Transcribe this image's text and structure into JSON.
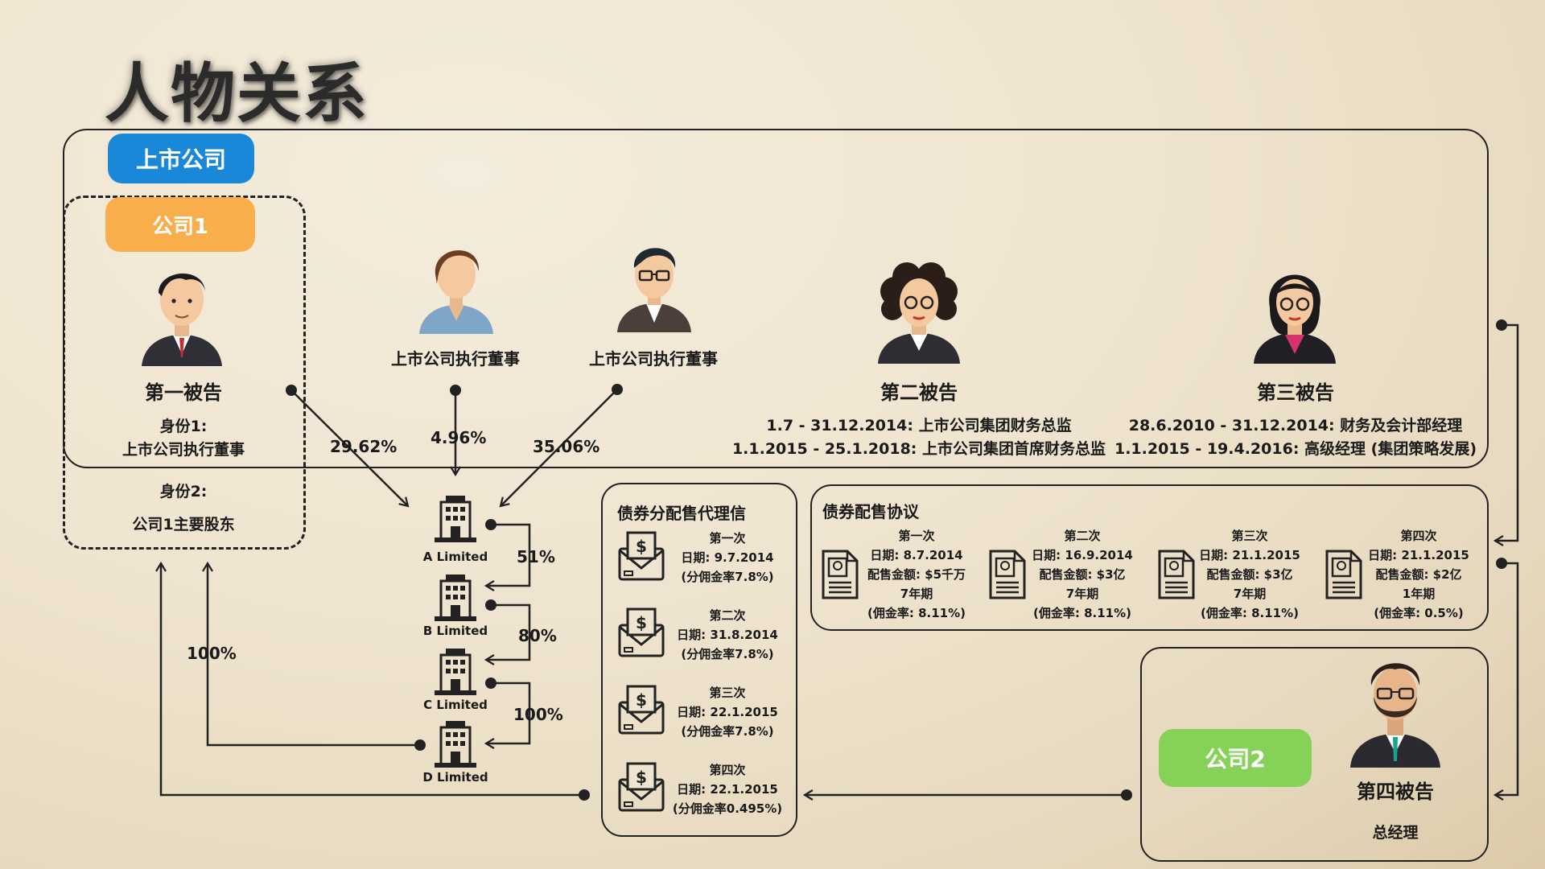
{
  "title": "人物关系",
  "listed_company": "上市公司",
  "company1": "公司1",
  "company2": "公司2",
  "defendant1": {
    "name": "第一被告",
    "identity1_label": "身份1:",
    "identity1": "上市公司执行董事",
    "identity2_label": "身份2:",
    "identity2": "公司1主要股东"
  },
  "director_a": "上市公司执行董事",
  "director_b": "上市公司执行董事",
  "defendant2": {
    "name": "第二被告",
    "line1": "1.7 - 31.12.2014: 上市公司集团财务总监",
    "line2": "1.1.2015 - 25.1.2018: 上市公司集团首席财务总监"
  },
  "defendant3": {
    "name": "第三被告",
    "line1": "28.6.2010 - 31.12.2014: 财务及会计部经理",
    "line2": "1.1.2015 - 19.4.2016: 高级经理 (集团策略发展)"
  },
  "defendant4": {
    "name": "第四被告",
    "role": "总经理"
  },
  "shareholding": {
    "d1": "29.62%",
    "mid": "4.96%",
    "right": "35.06%",
    "ab": "51%",
    "bc": "80%",
    "cd": "100%",
    "d_to_c1": "100%"
  },
  "companies": [
    "A Limited",
    "B Limited",
    "C Limited",
    "D Limited"
  ],
  "agency": {
    "title": "债券分配售代理信",
    "items": [
      {
        "round": "第一次",
        "date": "日期: 9.7.2014",
        "rate": "(分佣金率7.8%)"
      },
      {
        "round": "第二次",
        "date": "日期: 31.8.2014",
        "rate": "(分佣金率7.8%)"
      },
      {
        "round": "第三次",
        "date": "日期: 22.1.2015",
        "rate": "(分佣金率7.8%)"
      },
      {
        "round": "第四次",
        "date": "日期: 22.1.2015",
        "rate": "(分佣金率0.495%)"
      }
    ]
  },
  "placing": {
    "title": "债券配售协议",
    "items": [
      {
        "round": "第一次",
        "date": "日期: 8.7.2014",
        "amount": "配售金额: $5千万",
        "term": "7年期",
        "rate": "(佣金率: 8.11%)"
      },
      {
        "round": "第二次",
        "date": "日期: 16.9.2014",
        "amount": "配售金额: $3亿",
        "term": "7年期",
        "rate": "(佣金率: 8.11%)"
      },
      {
        "round": "第三次",
        "date": "日期: 21.1.2015",
        "amount": "配售金额: $3亿",
        "term": "7年期",
        "rate": "(佣金率: 8.11%)"
      },
      {
        "round": "第四次",
        "date": "日期: 21.1.2015",
        "amount": "配售金额: $2亿",
        "term": "1年期",
        "rate": "(佣金率: 0.5%)"
      }
    ]
  },
  "colors": {
    "listed": "#1a88d8",
    "company1": "#f9ae4c",
    "company2": "#86d157",
    "ink": "#222222"
  }
}
